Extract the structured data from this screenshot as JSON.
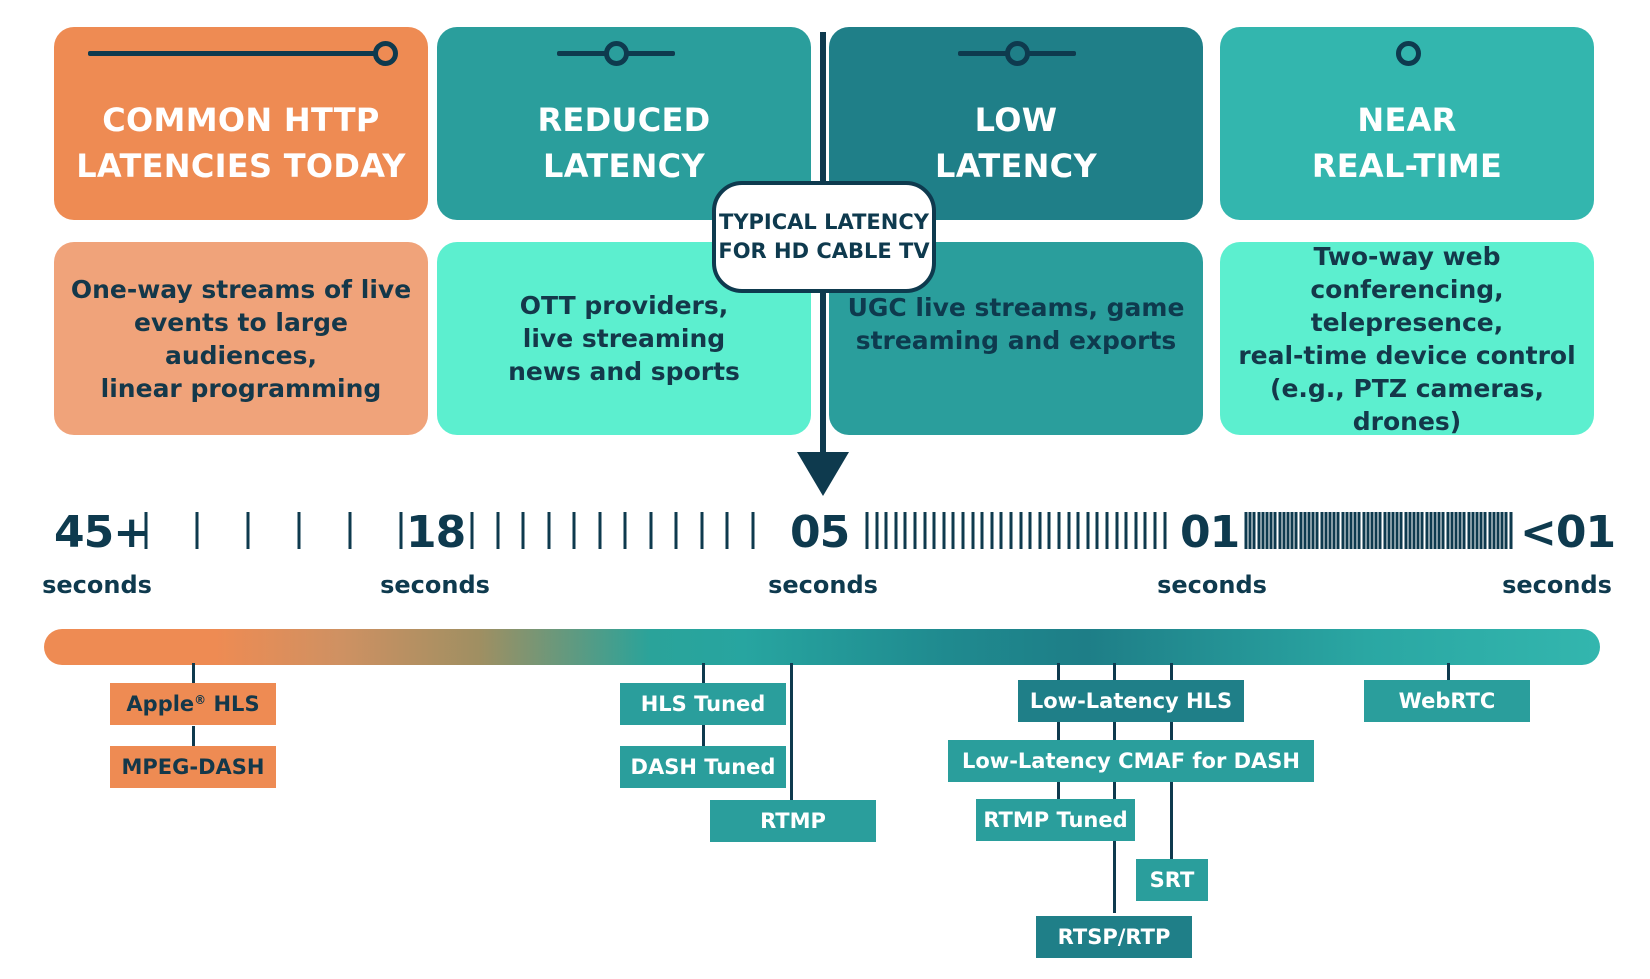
{
  "colors": {
    "navy": "#0e3a4e",
    "orange": "#ee8b53",
    "orange_light": "#f0a37a",
    "teal": "#2a9e9c",
    "teal_dark": "#1f7f88",
    "mint": "#5cefcf",
    "near_teal": "#33b6ae"
  },
  "categories": [
    {
      "id": "common-http",
      "title": "COMMON HTTP\nLATENCIES TODAY",
      "description": "One-way streams of live\nevents to large audiences,\nlinear programming"
    },
    {
      "id": "reduced",
      "title": "REDUCED\nLATENCY",
      "description": "OTT providers,\nlive streaming\nnews and sports"
    },
    {
      "id": "low",
      "title": "LOW\nLATENCY",
      "description": "UGC live streams, game\nstreaming and exports"
    },
    {
      "id": "near-real-time",
      "title": "NEAR\nREAL-TIME",
      "description": "Two-way web\nconferencing, telepresence,\nreal-time device control\n(e.g., PTZ cameras, drones)"
    }
  ],
  "callout": {
    "text": "TYPICAL LATENCY\nFOR HD CABLE TV"
  },
  "scale": {
    "ticks": [
      {
        "label": "45+",
        "unit": "seconds"
      },
      {
        "label": "18",
        "unit": "seconds"
      },
      {
        "label": "05",
        "unit": "seconds"
      },
      {
        "label": "01",
        "unit": "seconds"
      },
      {
        "label": "<01",
        "unit": "seconds"
      }
    ]
  },
  "protocols": {
    "apple_hls": {
      "name": "Apple",
      "suffix": " HLS",
      "mark": "®"
    },
    "mpeg_dash": "MPEG-DASH",
    "hls_tuned": "HLS Tuned",
    "dash_tuned": "DASH Tuned",
    "rtmp": "RTMP",
    "ll_hls": "Low-Latency HLS",
    "ll_cmaf": "Low-Latency CMAF for DASH",
    "rtmp_tuned": "RTMP Tuned",
    "srt": "SRT",
    "rtsp": "RTSP/RTP",
    "webrtc": "WebRTC"
  }
}
